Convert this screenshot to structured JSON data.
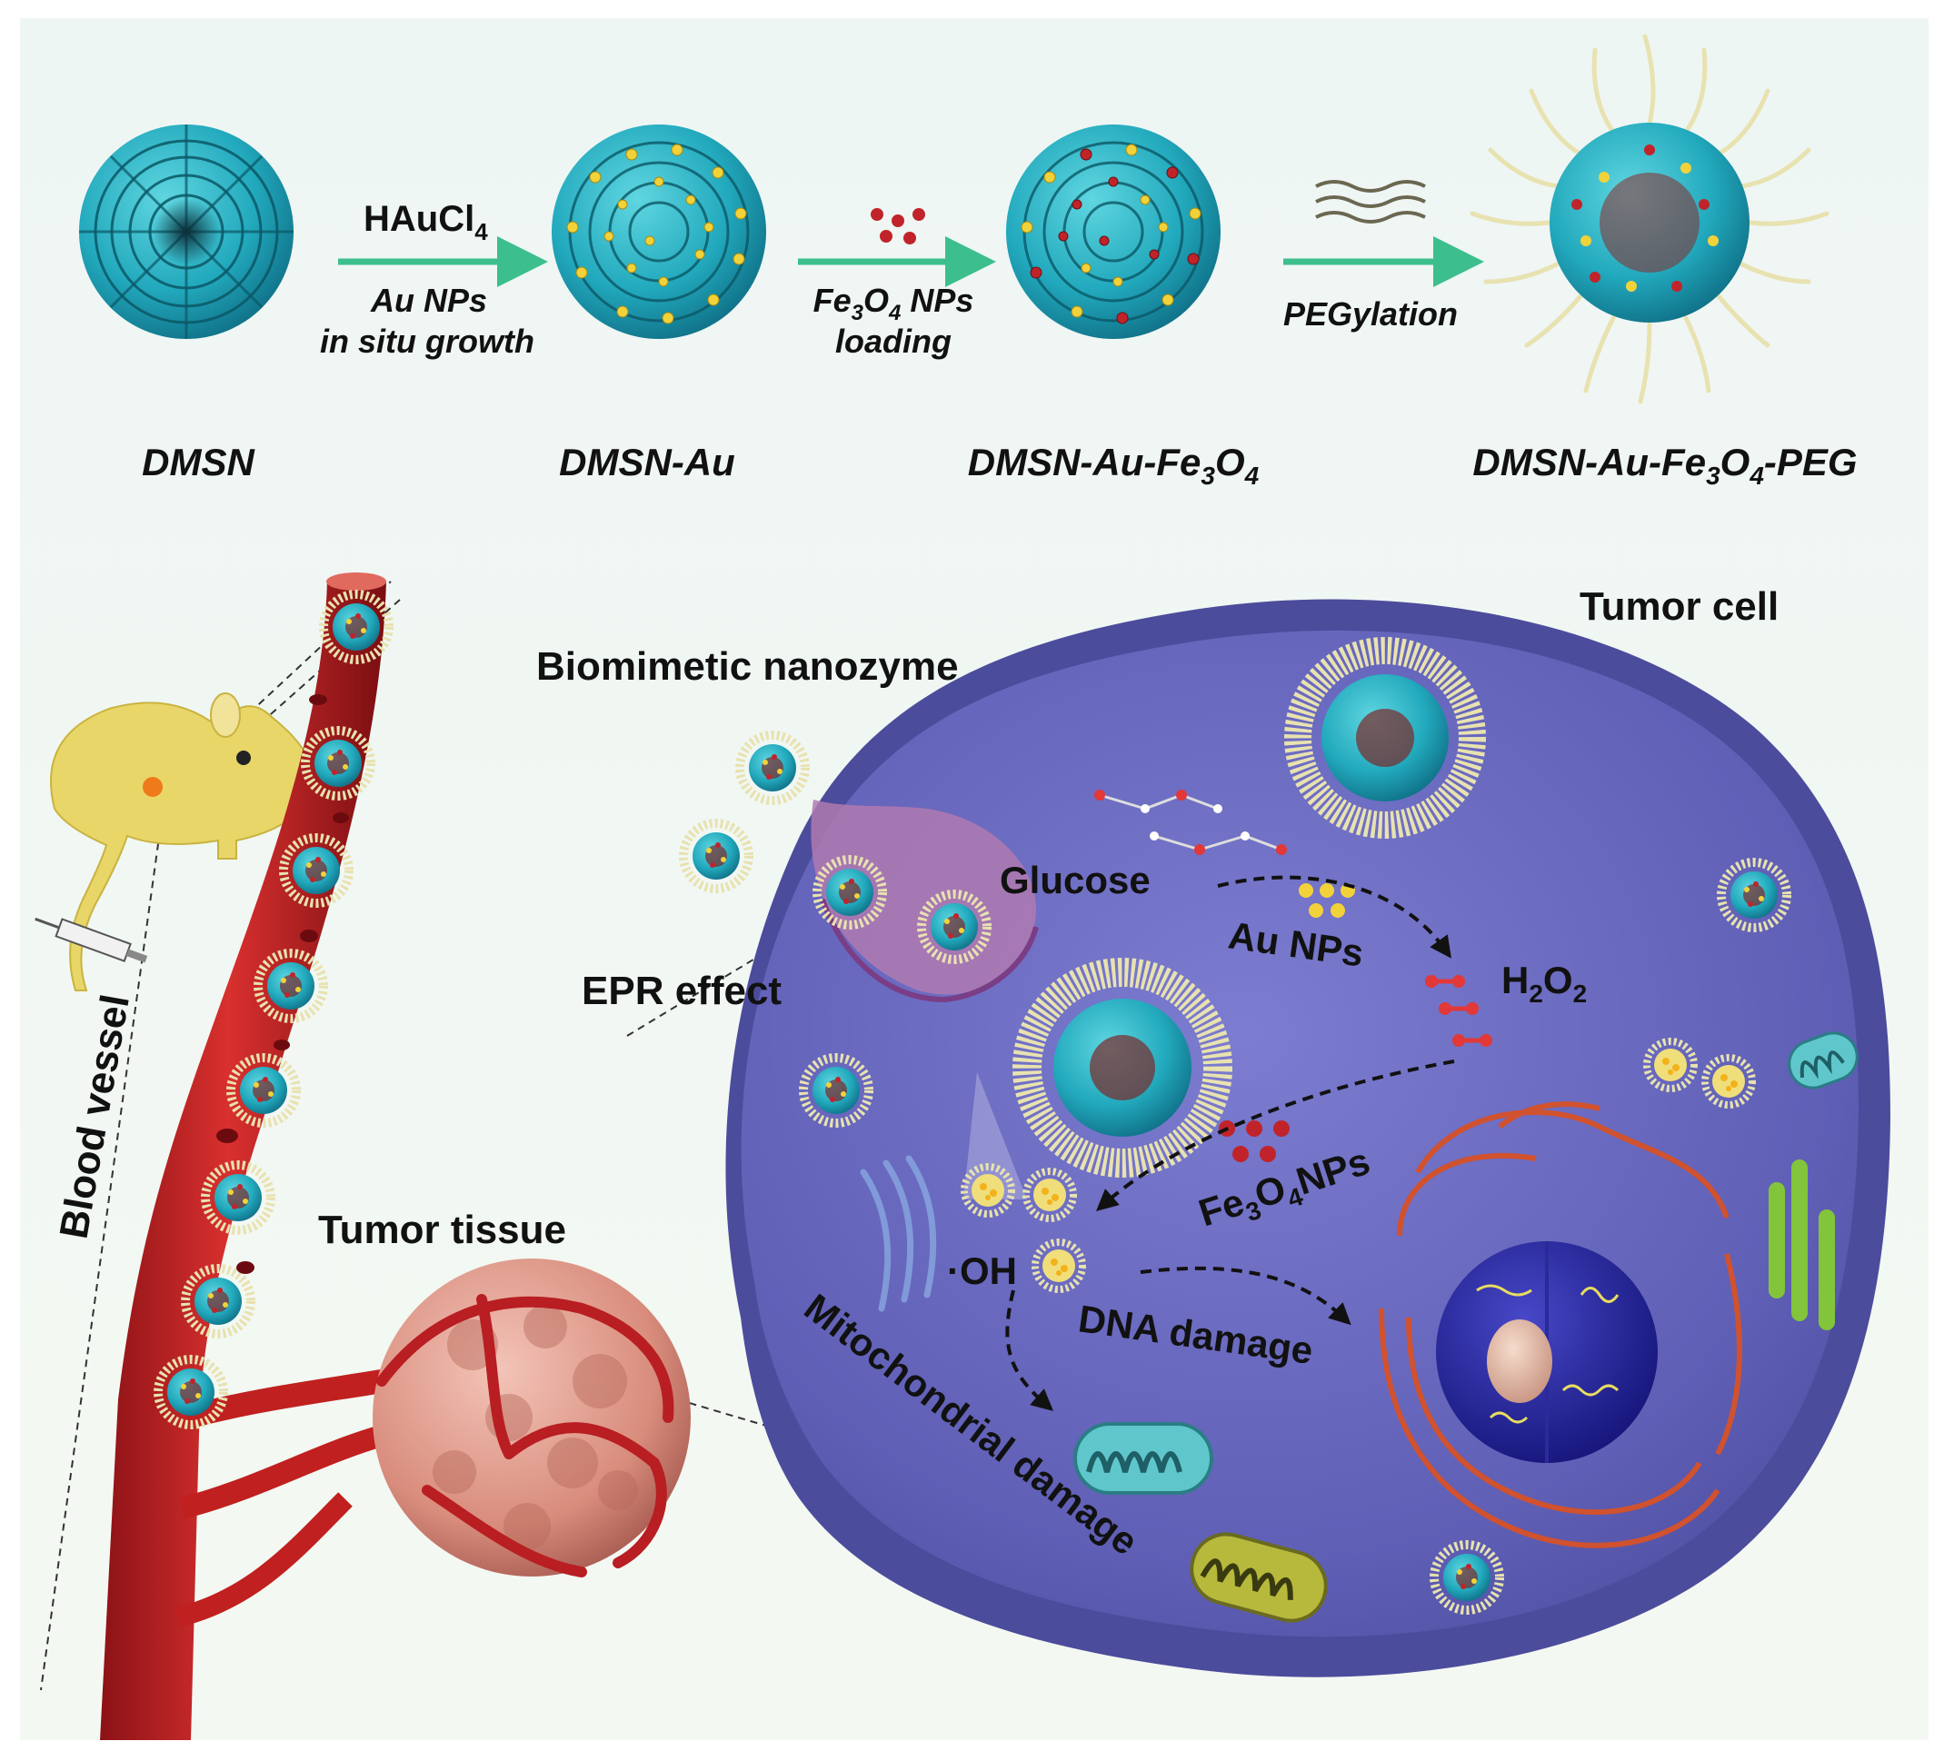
{
  "synthesis": {
    "labels": {
      "dmsn": "DMSN",
      "dmsn_au_base": "DMSN-Au",
      "dmsn_au_fe_base": "DMSN-Au-Fe",
      "dmsn_au_fe_sub1": "3",
      "dmsn_au_fe_o": "O",
      "dmsn_au_fe_sub2": "4",
      "dmsn_au_fe_peg_base": "DMSN-Au-Fe",
      "dmsn_au_fe_peg_sub1": "3",
      "dmsn_au_fe_peg_o": "O",
      "dmsn_au_fe_peg_sub2": "4",
      "dmsn_au_fe_peg_tail": "-PEG"
    },
    "step1": {
      "reagent_base": "HAuCl",
      "reagent_sub": "4",
      "line1": "Au NPs",
      "line2": "in situ growth"
    },
    "step2": {
      "line1_base": "Fe",
      "line1_sub1": "3",
      "line1_o": "O",
      "line1_sub2": "4",
      "line1_tail": " NPs",
      "line2": "loading"
    },
    "step3": {
      "line1": "PEGylation"
    }
  },
  "scene": {
    "blood_vessel": "Blood vessel",
    "tumor_tissue": "Tumor  tissue",
    "biomimetic": "Biomimetic nanozyme",
    "epr": "EPR effect",
    "tumor_cell": "Tumor cell",
    "glucose": "Glucose",
    "au_nps": "Au NPs",
    "h2o2_h": "H",
    "h2o2_sub1": "2",
    "h2o2_o": "O",
    "h2o2_sub2": "2",
    "fe3o4_base": "Fe",
    "fe3o4_sub1": "3",
    "fe3o4_o": "O",
    "fe3o4_sub2": "4",
    "fe3o4_tail": "NPs",
    "oh": "·OH",
    "dna_damage": "DNA damage",
    "mito_damage": "Mitochondrial damage"
  },
  "colors": {
    "silica": "#2bb7c8",
    "gold": "#f2d23a",
    "iron_oxide": "#c0242a",
    "peg": "#e8e2b0",
    "arrow": "#3cbf8c",
    "vessel": "#b81e22",
    "cell": "#6f6fc2",
    "mouse": "#e9d668"
  }
}
